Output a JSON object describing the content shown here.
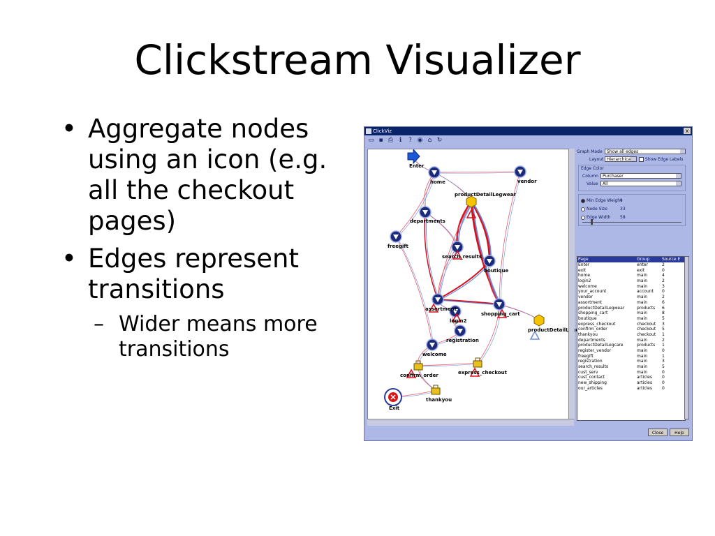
{
  "slide": {
    "title": "Clickstream Visualizer",
    "bullets": [
      "Aggregate nodes using an icon (e.g. all the checkout pages)",
      "Edges represent transitions"
    ],
    "sub_bullets": [
      "Wider means more transitions"
    ],
    "bullet_glyph": "•",
    "dash_glyph": "–"
  },
  "app": {
    "title": "ClickViz",
    "close_glyph": "x",
    "toolbar_icons": [
      "open-icon",
      "save-icon",
      "print-icon",
      "info-icon",
      "help-icon",
      "zoom-icon",
      "layout-icon",
      "home-icon"
    ],
    "toolbar_glyphs": [
      "▭",
      "▪",
      "⎙",
      "ℹ",
      "?",
      "◉",
      "⌂",
      "↻"
    ],
    "graph": {
      "nodes": [
        {
          "label": "Enter",
          "type": "enter"
        },
        {
          "label": "home",
          "type": "page"
        },
        {
          "label": "vendor",
          "type": "page"
        },
        {
          "label": "productDetailLegwear",
          "type": "aggregate"
        },
        {
          "label": "departments",
          "type": "page"
        },
        {
          "label": "freegift",
          "type": "page"
        },
        {
          "label": "search_results",
          "type": "page"
        },
        {
          "label": "boutique",
          "type": "page"
        },
        {
          "label": "assortment",
          "type": "page"
        },
        {
          "label": "shopping_cart",
          "type": "page"
        },
        {
          "label": "login2",
          "type": "page"
        },
        {
          "label": "productDetailLegcare",
          "type": "aggregate"
        },
        {
          "label": "registration",
          "type": "page"
        },
        {
          "label": "welcome",
          "type": "page"
        },
        {
          "label": "express_checkout",
          "type": "lock"
        },
        {
          "label": "confirm_order",
          "type": "lock"
        },
        {
          "label": "thankyou",
          "type": "lock"
        },
        {
          "label": "Exit",
          "type": "exit"
        }
      ]
    },
    "controls": {
      "graph_mode_label": "Graph Mode",
      "graph_mode_value": "Show all edges",
      "layout_label": "Layout",
      "layout_value": "Hierarchical",
      "show_edge_labels": "Show Edge Labels",
      "edge_color_title": "Edge Color",
      "column_label": "Column",
      "column_value": "Purchaser",
      "value_label": "Value",
      "value_value": "All",
      "min_edge_weight_label": "Min Edge Weight",
      "min_edge_weight_value": "4",
      "node_size_label": "Node Size",
      "node_size_value": "33",
      "edge_width_label": "Edge Width",
      "edge_width_value": "58"
    },
    "table": {
      "headers": [
        "Page",
        "Group",
        "Source E"
      ],
      "rows": [
        [
          "Enter",
          "enter",
          "2"
        ],
        [
          "exit",
          "exit",
          "0"
        ],
        [
          "home",
          "main",
          "4"
        ],
        [
          "login2",
          "main",
          "2"
        ],
        [
          "welcome",
          "main",
          "3"
        ],
        [
          "your_account",
          "account",
          "0"
        ],
        [
          "vendor",
          "main",
          "2"
        ],
        [
          "assortment",
          "main",
          "6"
        ],
        [
          "productDetailLegwear",
          "products",
          "6"
        ],
        [
          "shopping_cart",
          "main",
          "8"
        ],
        [
          "boutique",
          "main",
          "5"
        ],
        [
          "express_checkout",
          "checkout",
          "3"
        ],
        [
          "confirm_order",
          "checkout",
          "5"
        ],
        [
          "thankyou",
          "checkout",
          "1"
        ],
        [
          "departments",
          "main",
          "2"
        ],
        [
          "productDetailLegcare",
          "products",
          "1"
        ],
        [
          "register_vendor",
          "main",
          "0"
        ],
        [
          "freegift",
          "main",
          "1"
        ],
        [
          "registration",
          "main",
          "3"
        ],
        [
          "search_results",
          "main",
          "5"
        ],
        [
          "cust_serv",
          "main",
          "0"
        ],
        [
          "cust_contact",
          "articles",
          "0"
        ],
        [
          "new_shipping",
          "articles",
          "0"
        ],
        [
          "our_articles",
          "articles",
          "0"
        ]
      ]
    },
    "buttons": {
      "close": "Close",
      "help": "Help"
    }
  }
}
